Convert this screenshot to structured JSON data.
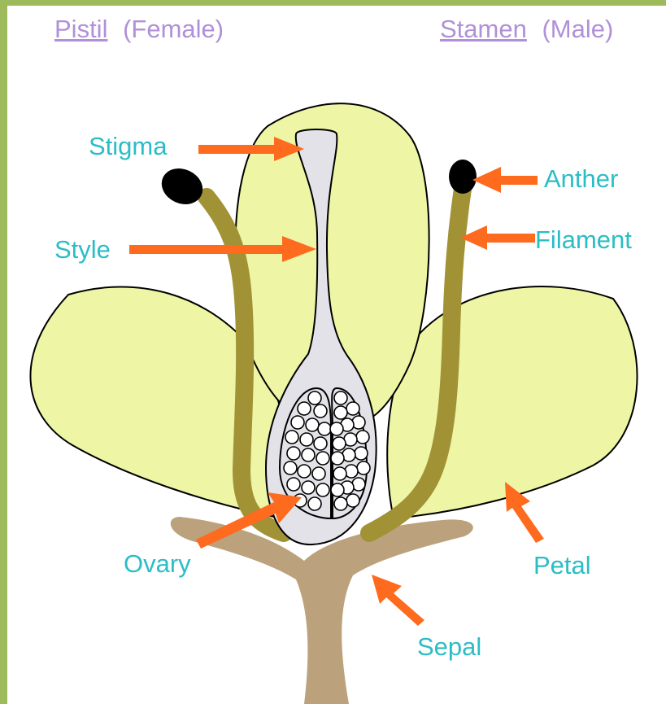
{
  "header": {
    "pistil": "Pistil",
    "pistil_note": "(Female)",
    "stamen": "Stamen",
    "stamen_note": "(Male)"
  },
  "labels": {
    "stigma": "Stigma",
    "style": "Style",
    "ovary": "Ovary",
    "anther": "Anther",
    "filament": "Filament",
    "petal": "Petal",
    "sepal": "Sepal"
  },
  "colors": {
    "border": "#9dbb5a",
    "petal": "#eef5a4",
    "filament": "#a29236",
    "sepal": "#bba27c",
    "pistil": "#e2e2e8",
    "arrow": "#fe6a1e",
    "label": "#2bbdc6",
    "header": "#b090d8"
  }
}
